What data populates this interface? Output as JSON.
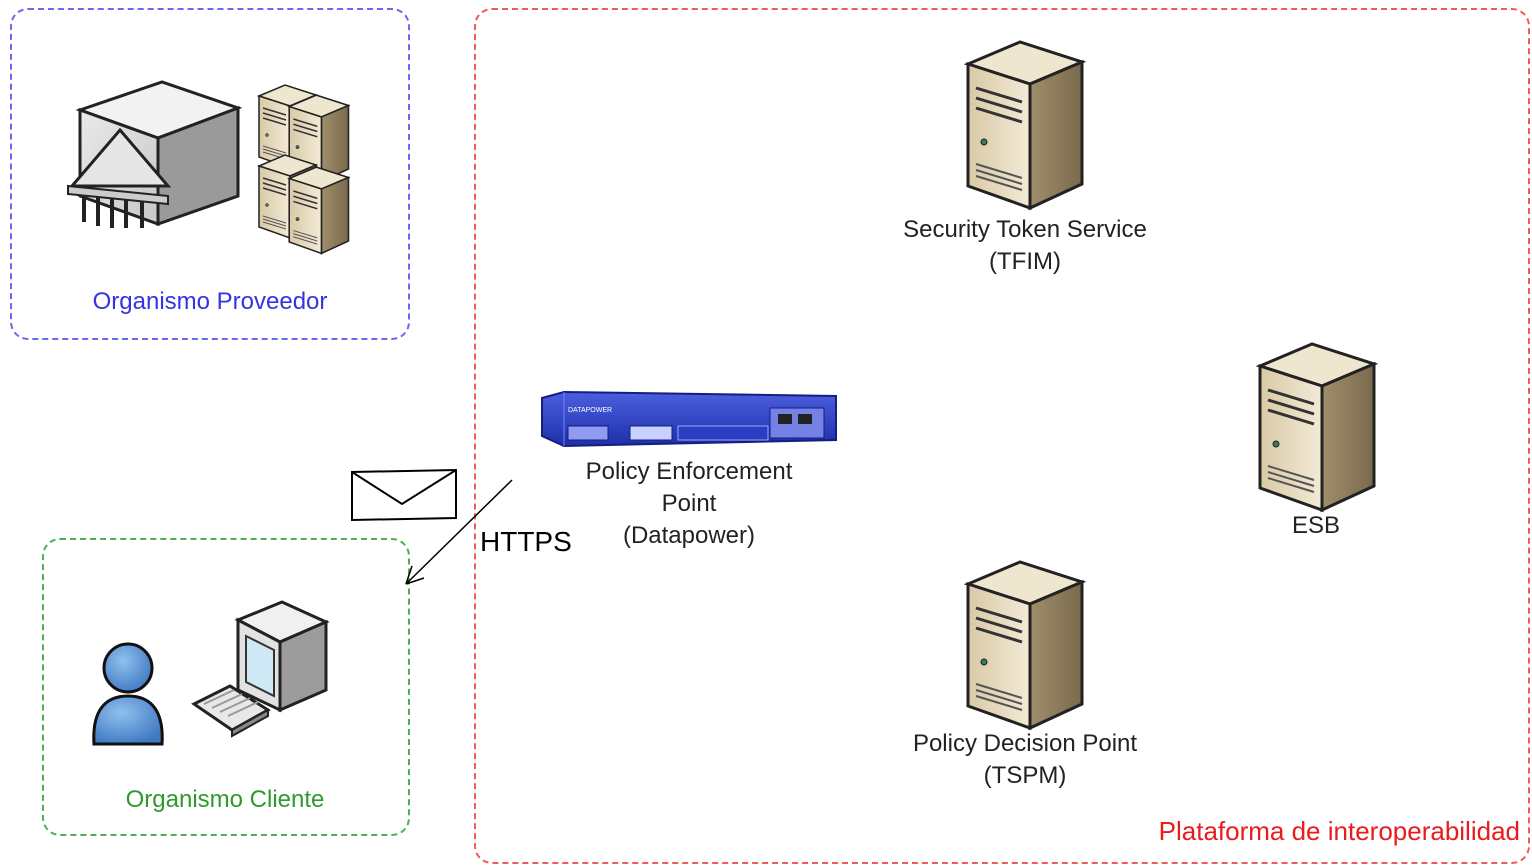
{
  "groups": {
    "proveedor": {
      "label": "Organismo Proveedor",
      "color": "#3434e0"
    },
    "cliente": {
      "label": "Organismo Cliente",
      "color": "#2e9a2e"
    },
    "plataforma": {
      "label": "Plataforma de interoperabilidad",
      "color": "#e81c1c"
    }
  },
  "nodes": {
    "sts": {
      "line1": "Security Token Service",
      "line2": "(TFIM)",
      "icon": "server-tower-icon"
    },
    "esb": {
      "line1": "ESB",
      "icon": "server-tower-icon"
    },
    "pdp": {
      "line1": "Policy Decision Point",
      "line2": "(TSPM)",
      "icon": "server-tower-icon"
    },
    "pep": {
      "line1": "Policy Enforcement",
      "line2": "Point",
      "line3": "(Datapower)",
      "icon": "datapower-appliance-icon",
      "brand": "DATAPOWER"
    }
  },
  "edge": {
    "label": "HTTPS",
    "icon": "envelope-icon"
  },
  "icons": {
    "proveedor": [
      "government-building-icon",
      "server-rack-icon"
    ],
    "cliente": [
      "user-icon",
      "computer-icon",
      "keyboard-icon"
    ]
  }
}
